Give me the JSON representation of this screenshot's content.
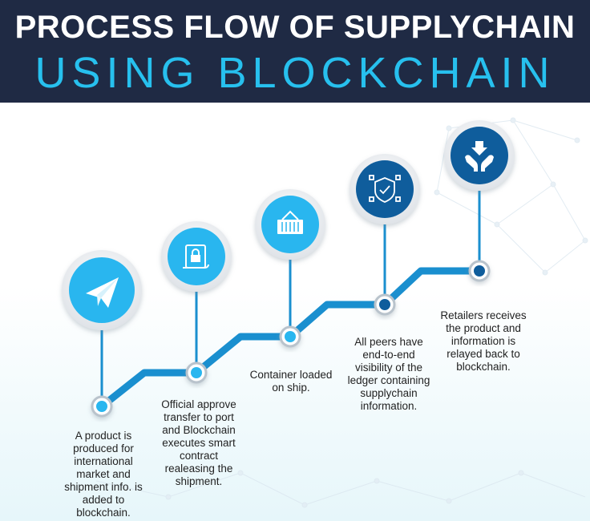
{
  "header": {
    "title_line1": "PROCESS FLOW OF SUPPLYCHAIN",
    "title_line2": "USING BLOCKCHAIN"
  },
  "colors": {
    "header_bg": "#1f2a44",
    "title_accent": "#27c0ee",
    "path_blue": "#1a8fcf",
    "node_light": "#29b6ef",
    "node_dark": "#0f5d9c"
  },
  "steps": [
    {
      "icon": "paper-plane-icon",
      "text": "A product is produced for international market and shipment info. is added to blockchain."
    },
    {
      "icon": "scroll-lock-icon",
      "text": "Official approve transfer to port and Blockchain executes smart contract realeasing the shipment."
    },
    {
      "icon": "shipping-container-icon",
      "text": "Container loaded on ship."
    },
    {
      "icon": "network-shield-icon",
      "text": "All peers have end-to-end visibility of the ledger containing supplychain information."
    },
    {
      "icon": "hands-receive-icon",
      "text": "Retailers receives the product and information is relayed back to blockchain."
    }
  ]
}
